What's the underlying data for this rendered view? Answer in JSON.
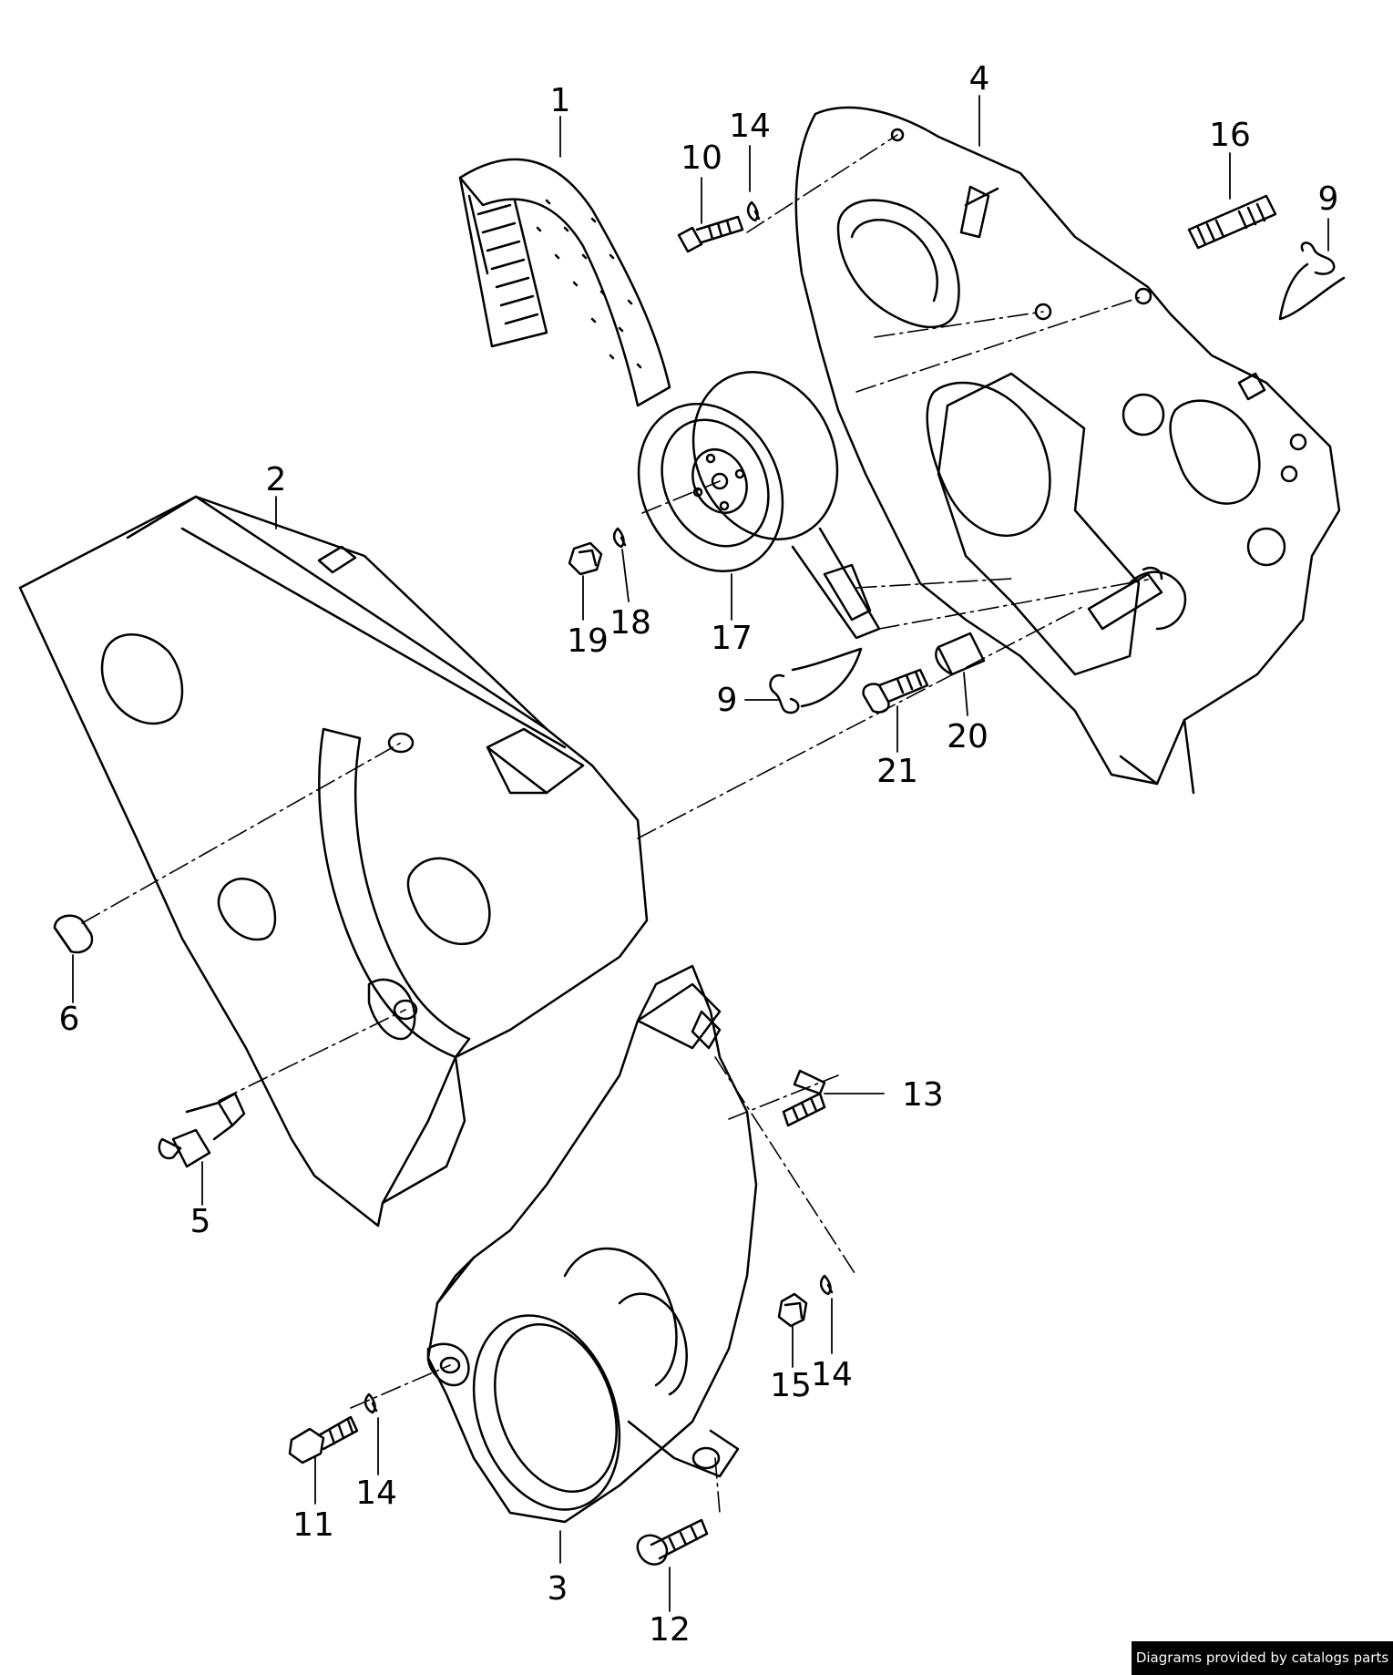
{
  "diagram": {
    "callouts": [
      {
        "id": "c1",
        "text": "1"
      },
      {
        "id": "c2",
        "text": "2"
      },
      {
        "id": "c3",
        "text": "3"
      },
      {
        "id": "c4",
        "text": "4"
      },
      {
        "id": "c5",
        "text": "5"
      },
      {
        "id": "c6",
        "text": "6"
      },
      {
        "id": "c9a",
        "text": "9"
      },
      {
        "id": "c9b",
        "text": "9"
      },
      {
        "id": "c10",
        "text": "10"
      },
      {
        "id": "c11",
        "text": "11"
      },
      {
        "id": "c12",
        "text": "12"
      },
      {
        "id": "c13",
        "text": "13"
      },
      {
        "id": "c14a",
        "text": "14"
      },
      {
        "id": "c14b",
        "text": "14"
      },
      {
        "id": "c14c",
        "text": "14"
      },
      {
        "id": "c15",
        "text": "15"
      },
      {
        "id": "c16",
        "text": "16"
      },
      {
        "id": "c17",
        "text": "17"
      },
      {
        "id": "c18",
        "text": "18"
      },
      {
        "id": "c19",
        "text": "19"
      },
      {
        "id": "c20",
        "text": "20"
      },
      {
        "id": "c21",
        "text": "21"
      }
    ]
  },
  "footer": {
    "credit": "Diagrams provided by catalogs parts"
  }
}
